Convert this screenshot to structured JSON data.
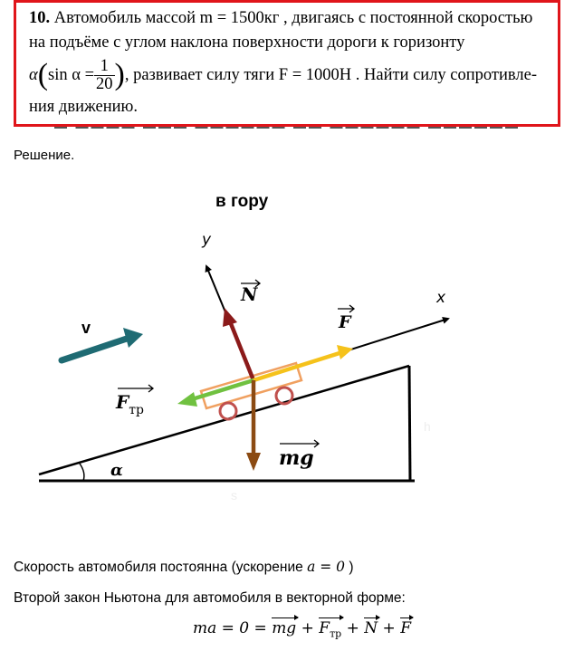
{
  "problem": {
    "number": "10.",
    "line1": "Автомобиль массой m = 1500кг , двигаясь с постоянной скоростью",
    "line2": "на подъёме с углом наклона поверхности дороги к горизонту",
    "alpha_symbol": "α",
    "sin_expr": "sin α =",
    "frac_num": "1",
    "frac_den": "20",
    "line3_rest": ", развивает силу тяги  F = 1000Н . Найти силу сопротивле-",
    "line4": "ния движению."
  },
  "solution_label": "Решение.",
  "diagram": {
    "title": "в гору",
    "axis_y": "y",
    "axis_x": "x",
    "velocity_label": "v",
    "label_N": "N",
    "label_F": "F",
    "label_Ftr": "F",
    "label_Ftr_sub": "тр",
    "label_mg": "mg",
    "label_alpha": "α",
    "colors": {
      "N": "#8b1a1a",
      "F": "#f5c21b",
      "Ftr": "#70c140",
      "mg": "#8b4a12",
      "v": "#1f6b73",
      "car": "#f0a060",
      "wheel": "#c0504d"
    }
  },
  "text": {
    "para1_start": "Скорость автомобиля постоянна (ускорение ",
    "para1_math": "a = 0",
    "para1_end": ")",
    "para2": "Второй закон Ньютона для автомобиля в векторной форме:",
    "eq_lhs": "ma = 0 = ",
    "eq_mg": "mg",
    "eq_plus1": " + ",
    "eq_F": "F",
    "eq_F_sub": "тр",
    "eq_plus2": " + ",
    "eq_N": "N",
    "eq_plus3": " + ",
    "eq_F2": "F"
  }
}
